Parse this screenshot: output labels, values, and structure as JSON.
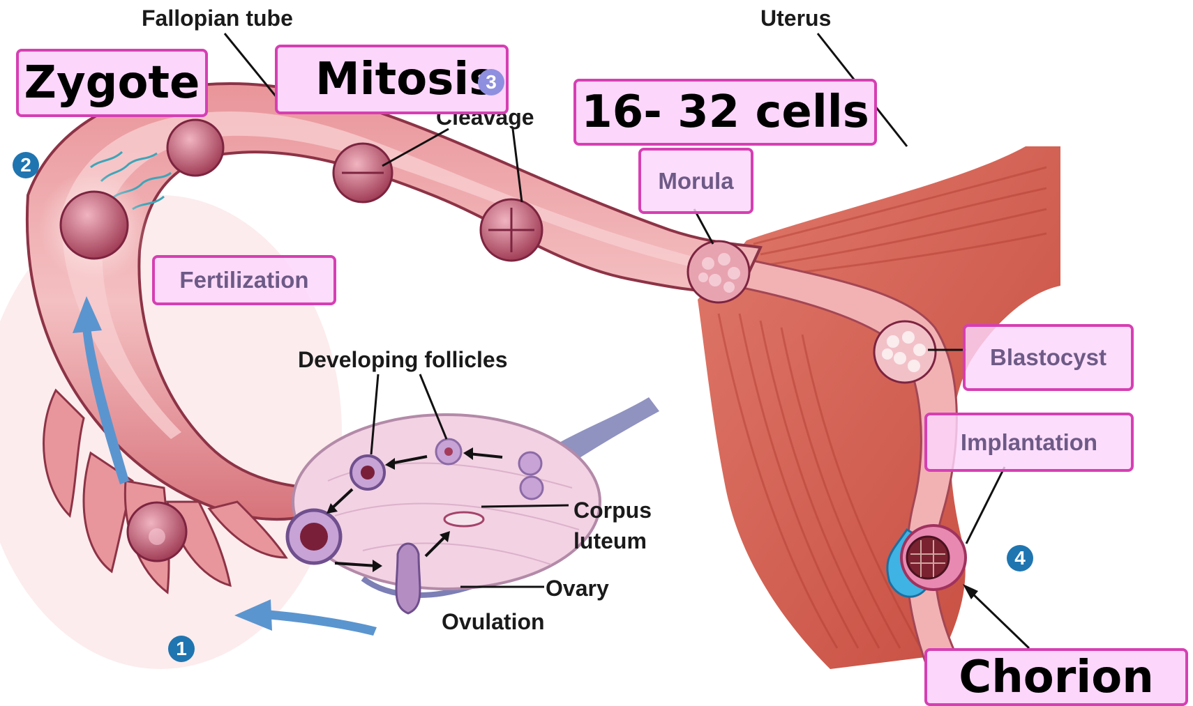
{
  "labels": {
    "fallopian_tube": "Fallopian tube",
    "uterus": "Uterus",
    "cleavage": "Cleavage",
    "developing_follicles": "Developing follicles",
    "corpus_luteum_line1": "Corpus",
    "corpus_luteum_line2": "luteum",
    "ovary": "Ovary",
    "ovulation": "Ovulation"
  },
  "boxes": {
    "zygote": "Zygote",
    "mitosis": "Mitosis",
    "cells": "16- 32 cells",
    "morula": "Morula",
    "fertilization": "Fertilization",
    "blastocyst": "Blastocyst",
    "implantation": "Implantation",
    "chorion": "Chorion"
  },
  "steps": [
    "1",
    "2",
    "3",
    "4"
  ],
  "colors": {
    "box_border": "#d63fb3",
    "box_fill": "#fcd6fb",
    "step_badge": "#1f75b0",
    "tube": "#d9727a",
    "muscle": "#d9584a",
    "arrow": "#5b95cf",
    "ovary": "#efcde0"
  }
}
